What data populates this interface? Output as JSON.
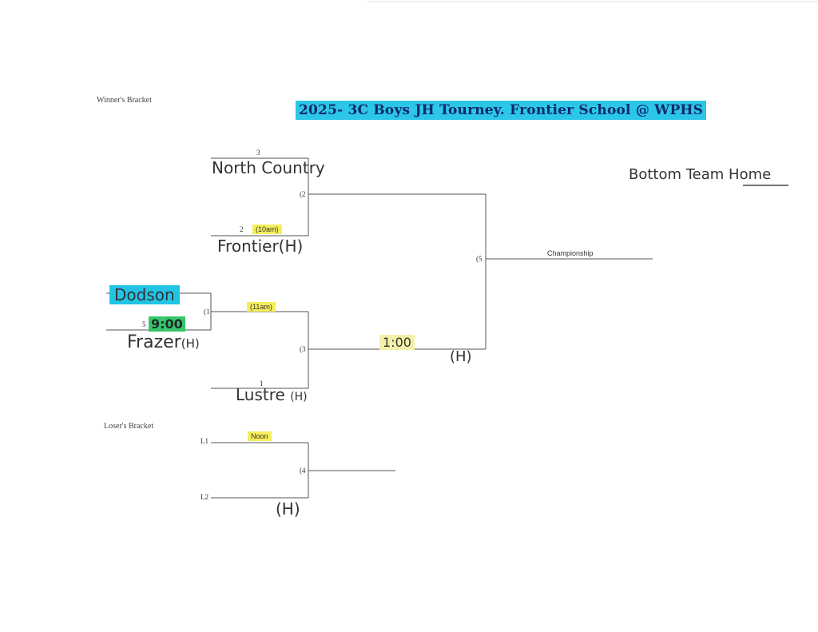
{
  "header": {
    "winners_label": "Winner's Bracket",
    "title": "2025- 3C Boys JH Tourney. Frontier School @ WPHS",
    "note_prefix": "Bottom Team ",
    "note_underlined": "Home"
  },
  "winners": {
    "seed_3": "3",
    "team_north_country": "North Country",
    "game_2": "(2",
    "seed_2": "2",
    "time_10am": "(10am)",
    "team_frontier": "Frontier",
    "home_mark": "(H)",
    "team_dodson": "Dodson",
    "game_1": "(1",
    "seed_5": "5",
    "time_9": "9:00",
    "team_frazer": "Frazer",
    "time_11am": "(11am)",
    "game_3": "(3",
    "seed_1": "1",
    "team_lustre": "Lustre",
    "time_1": "1:00",
    "game_5": "(5",
    "championship": "Championship"
  },
  "losers": {
    "label": "Loser's Bracket",
    "l1": "L1",
    "l2": "L2",
    "time_noon": "Noon",
    "game_4": "(4",
    "home_mark": "(H)"
  },
  "colors": {
    "highlight_cyan": "#22c4e6",
    "highlight_yellow": "#f7ef5a",
    "title_ink": "#0f2a6b"
  }
}
